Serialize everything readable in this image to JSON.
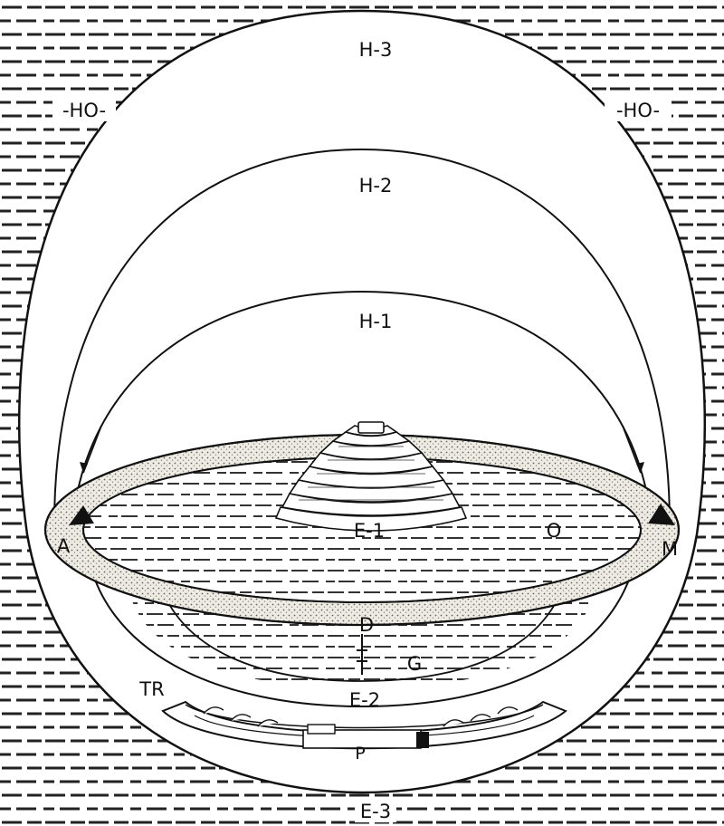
{
  "diagram": {
    "labels": {
      "h3": "H-3",
      "h2": "H-2",
      "h1": "H-1",
      "ho_left": "-HO-",
      "ho_right": "-HO-",
      "e1": "E-1",
      "e2": "E-2",
      "e3": "E-3",
      "o": "O",
      "a": "A",
      "m": "M",
      "d": "D",
      "g": "G",
      "tr": "TR",
      "p": "P"
    },
    "colors": {
      "ink": "#111111",
      "paper": "#ffffff",
      "ring_fill": "#e9e6de"
    }
  }
}
